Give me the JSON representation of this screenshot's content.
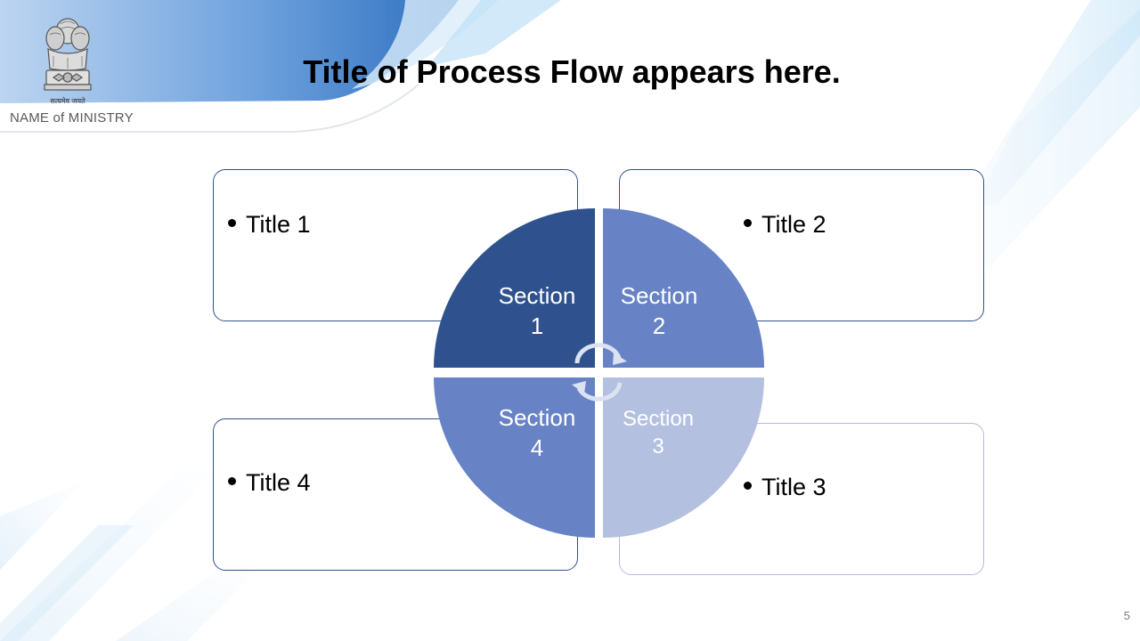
{
  "header": {
    "ministry": "NAME of MINISTRY",
    "emblem_caption": "सत्यमेव जयते",
    "title": "Title of Process Flow appears here."
  },
  "diagram": {
    "sections": [
      {
        "label": "Section",
        "number": "1",
        "color": "#2f528f"
      },
      {
        "label": "Section",
        "number": "2",
        "color": "#6783c5"
      },
      {
        "label": "Section",
        "number": "3",
        "color": "#b4c0e0"
      },
      {
        "label": "Section",
        "number": "4",
        "color": "#6783c5"
      }
    ],
    "titles": [
      "Title 1",
      "Title 2",
      "Title 3",
      "Title 4"
    ]
  },
  "footer": {
    "page_number": "5"
  },
  "colors": {
    "accent_dark": "#2f528f",
    "accent_mid": "#6783c5",
    "accent_light": "#b4c0e0"
  }
}
